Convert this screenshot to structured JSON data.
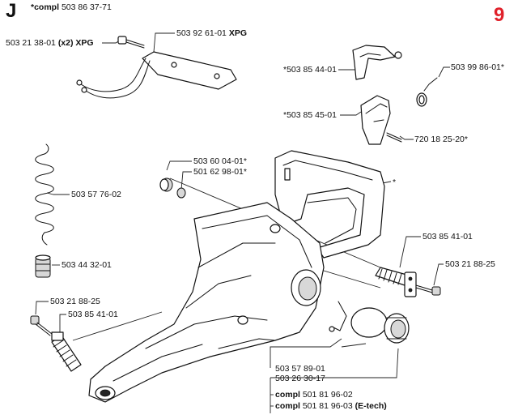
{
  "header": {
    "section_letter": "J",
    "page_number": "9",
    "compl_prefix": "*compl",
    "compl_number": "503 86 37-71",
    "accent_color": "#e0202a"
  },
  "labels": {
    "p1": {
      "num": "503 21 38-01",
      "suffix": "(x2) XPG"
    },
    "p2": {
      "num": "503 92 61-01",
      "suffix": "XPG"
    },
    "p3": {
      "num": "*503 85 44-01"
    },
    "p4": {
      "num": "503 99 86-01*"
    },
    "p5": {
      "num": "*503 85 45-01"
    },
    "p6": {
      "num": "720 18 25-20*"
    },
    "p7": {
      "num": "503 57 76-02"
    },
    "p8": {
      "num": "503 60 04-01*"
    },
    "p9": {
      "num": "501 62 98-01*"
    },
    "p10": {
      "num": "*"
    },
    "p11": {
      "num": "503 85 41-01"
    },
    "p12": {
      "num": "503 21 88-25"
    },
    "p13": {
      "num": "503 44 32-01"
    },
    "p14": {
      "num": "503 21 88-25"
    },
    "p15": {
      "num": "503 85 41-01"
    },
    "p16": {
      "num": "503 57 89-01"
    },
    "p17": {
      "num": "503 26 30-17"
    },
    "p18": {
      "prefix": "compl",
      "num": "501 81 96-02"
    },
    "p19": {
      "prefix": "compl",
      "num": "501 81 96-03",
      "suffix": "(E-tech)"
    }
  }
}
